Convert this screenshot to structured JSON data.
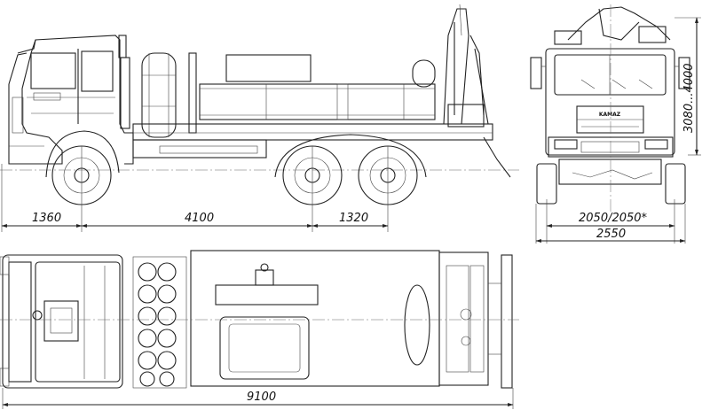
{
  "drawing": {
    "dimensions": {
      "front_overhang": "1360",
      "wheelbase": "4100",
      "rear_axle_spacing": "1320",
      "track": "2050/2050*",
      "overall_width": "2550",
      "height": "3080...4000",
      "overall_length": "9100"
    },
    "grille_badge": "KAMAZ"
  }
}
